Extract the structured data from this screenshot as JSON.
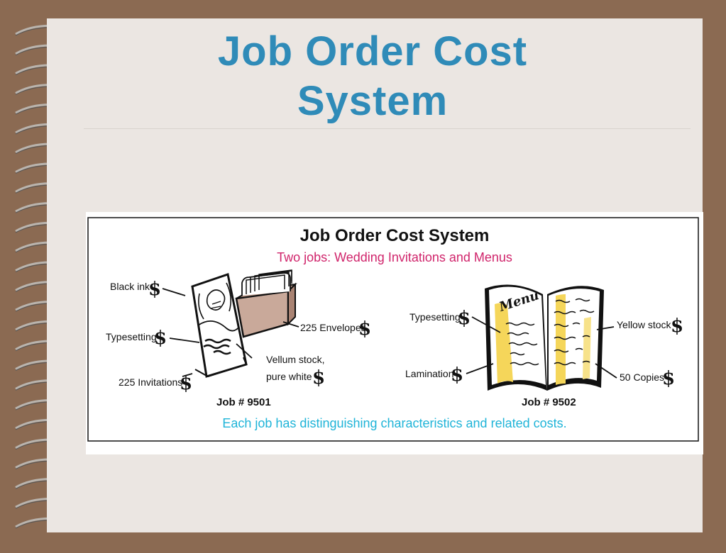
{
  "slide": {
    "title_line1": "Job Order Cost",
    "title_line2": "System"
  },
  "figure": {
    "title": "Job Order Cost System",
    "subtitle": "Two jobs: Wedding Invitations and Menus",
    "caption": "Each job has distinguishing characteristics and related costs.",
    "dollar_symbol": "$",
    "job1": {
      "name": "Job # 9501",
      "labels": {
        "black_ink": "Black ink",
        "typesetting": "Typesetting",
        "invitations": "225 Invitations",
        "envelopes": "225 Envelopes",
        "vellum_line1": "Vellum stock,",
        "vellum_line2": "pure white"
      }
    },
    "job2": {
      "name": "Job # 9502",
      "menu_word": "Menu",
      "labels": {
        "typesetting": "Typesetting",
        "lamination": "Lamination",
        "yellow_stock": "Yellow stock",
        "copies": "50 Copies"
      }
    }
  }
}
